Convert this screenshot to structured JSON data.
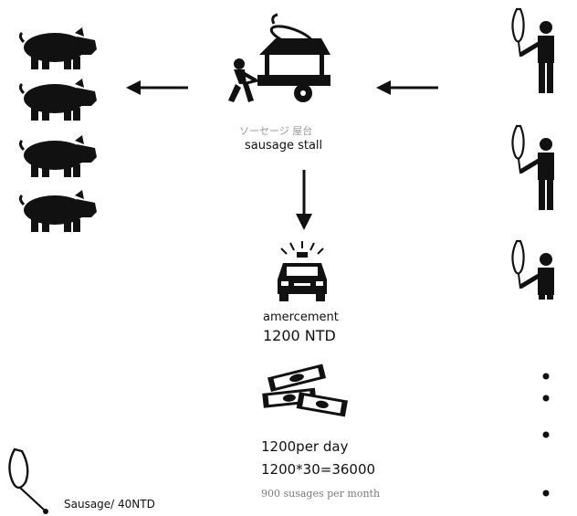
{
  "stall": {
    "label_jp": "ソーセージ  屋台",
    "label_en": "sausage stall"
  },
  "fine": {
    "label": "amercement",
    "amount": "1200 NTD"
  },
  "income": {
    "per_day": "1200per day",
    "per_month": "1200*30=36000",
    "sausages": "900 susages per month"
  },
  "legend": {
    "sausage_price": "Sausage/ 40NTD"
  },
  "colors": {
    "ink": "#111111",
    "jp_text": "#9a9a9a",
    "muted_text": "#7a7a7a"
  }
}
